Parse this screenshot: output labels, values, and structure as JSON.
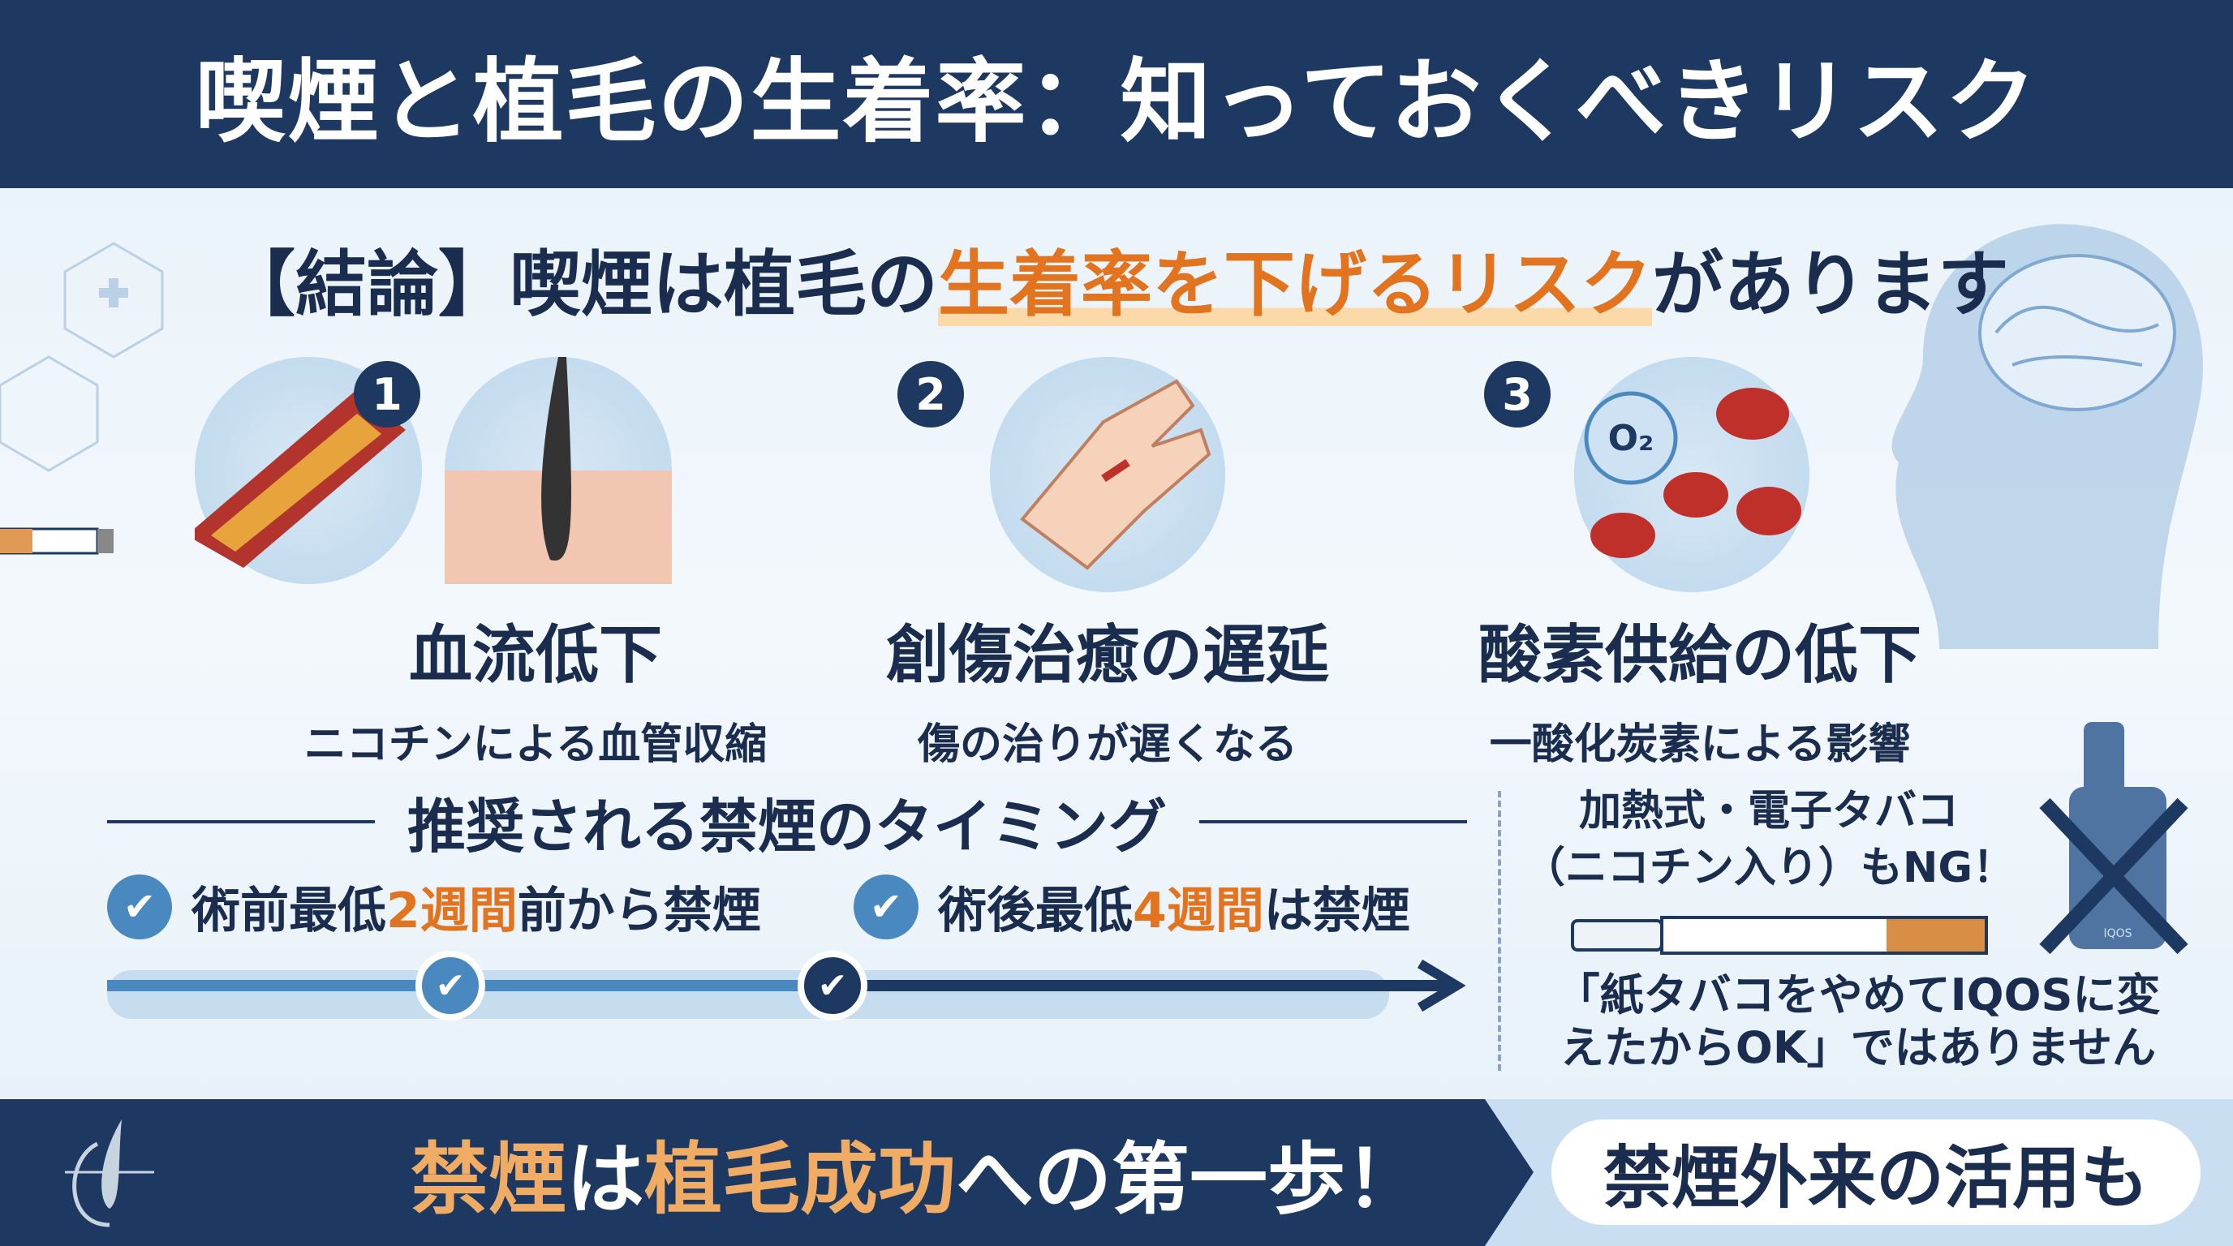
{
  "header": {
    "title": "喫煙と植毛の生着率：知っておくべきリスク"
  },
  "conclusion": {
    "prefix": "【結論】喫煙は植毛の",
    "highlight": "生着率を下げるリスク",
    "suffix": "があります"
  },
  "risks": [
    {
      "number": "1",
      "title": "血流低下",
      "subtitle": "ニコチンによる血管収縮"
    },
    {
      "number": "2",
      "title": "創傷治癒の遅延",
      "subtitle": "傷の治りが遅くなる"
    },
    {
      "number": "3",
      "title": "酸素供給の低下",
      "subtitle": "一酸化炭素による影響",
      "o2_label": "O₂"
    }
  ],
  "timing": {
    "title": "推奨される禁煙のタイミング",
    "before": {
      "prefix": "術前最低",
      "highlight": "2週間",
      "suffix": "前から禁煙"
    },
    "after": {
      "prefix": "術後最低",
      "highlight": "4週間",
      "suffix": "は禁煙"
    }
  },
  "ecig": {
    "title_line1": "加熱式・電子タバコ",
    "title_line2": "（ニコチン入り）もNG！",
    "device_label": "IQOS",
    "note_line1": "「紙タバコをやめてIQOSに変",
    "note_line2": "えたからOK」ではありません"
  },
  "footer": {
    "slogan_parts": [
      "禁煙",
      "は",
      "植毛成功",
      "への第一歩！"
    ],
    "pill": "禁煙外来の活用も"
  },
  "colors": {
    "navy": "#1d3861",
    "accent_orange": "#e3741f",
    "footer_orange": "#f0ab65",
    "light_blue": "#4a89c0"
  }
}
